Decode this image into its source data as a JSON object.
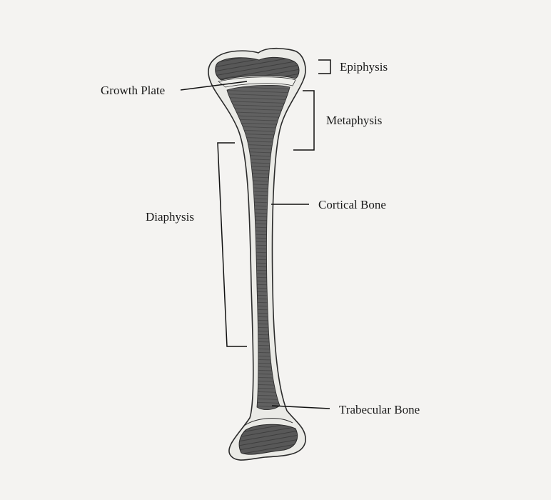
{
  "labels": {
    "epiphysis": "Epiphysis",
    "growth_plate": "Growth Plate",
    "metaphysis": "Metaphysis",
    "cortical_bone": "Cortical Bone",
    "diaphysis": "Diaphysis",
    "trabecular_bone": "Trabecular Bone"
  },
  "colors": {
    "paper": "#f4f3f1",
    "outline": "#2b2b2b",
    "shading": "#5c5c5c",
    "cortex": "#eaeae6"
  }
}
